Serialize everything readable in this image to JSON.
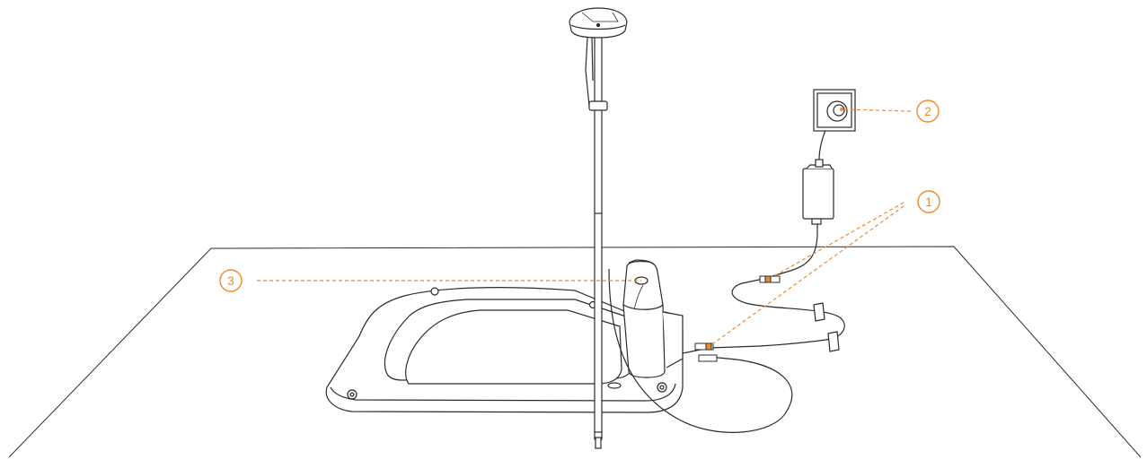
{
  "colors": {
    "line": "#2b2b2b",
    "accent": "#f08a2c",
    "background": "#ffffff"
  },
  "callouts": [
    {
      "number": "1",
      "target": "power-cable-connectors"
    },
    {
      "number": "2",
      "target": "wall-outlet"
    },
    {
      "number": "3",
      "target": "charging-station-contact"
    }
  ],
  "components": {
    "gnss_antenna": "rtk-antenna-icon",
    "mounting_pole": "pole-icon",
    "charging_station": "charging-station-icon",
    "power_adapter": "power-adapter-icon",
    "wall_outlet": "wall-outlet-icon",
    "ground_plane": "ground-plane-icon"
  }
}
